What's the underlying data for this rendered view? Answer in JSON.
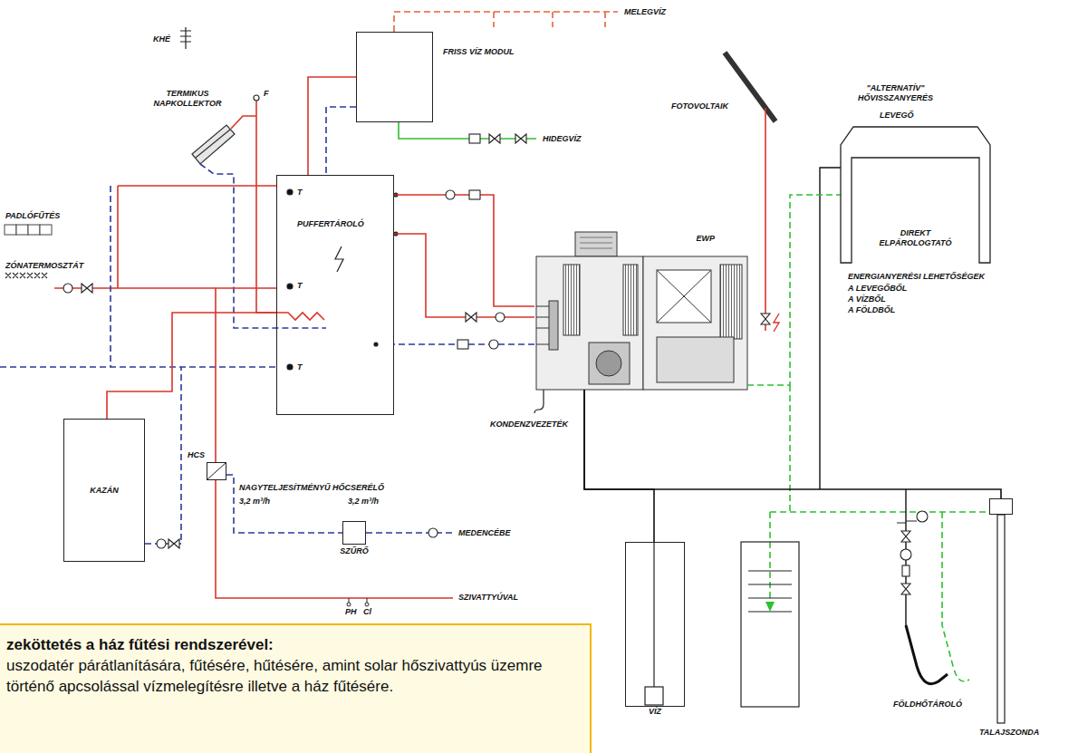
{
  "diagram": {
    "nodes": [
      {
        "text": [
          "FRISS VÍZ MODUL"
        ]
      },
      {
        "text": [
          "PUFFERTÁROLÓ"
        ]
      },
      {
        "text": [
          "EWP"
        ]
      },
      {
        "text": [
          "DIREKT ELPÁROLOGTATÓ"
        ]
      },
      {
        "text": [
          "KAZÁN"
        ]
      },
      {
        "text": [
          "HCS"
        ]
      },
      {
        "text": [
          "SZŰRŐ"
        ]
      },
      {
        "text": [
          "VÍZ"
        ]
      },
      {
        "text": [
          "TALAJSZONDA"
        ]
      },
      {
        "text": [
          "zeköttetés a ház fűtési rendszerével:",
          "uszodatér párátlanítására, fűtésére, hűtésére, amint solar hőszivattyús üzemre történő apcsolással vízmelegítésre illetve a ház fűtésére."
        ]
      }
    ],
    "edges": [
      {
        "from": 1,
        "to": 0,
        "arrow": "none"
      },
      {
        "from": 0,
        "to": 1,
        "arrow": "none"
      },
      {
        "from": 1,
        "to": 2,
        "arrow": "none"
      },
      {
        "from": 1,
        "to": 2,
        "arrow": "none"
      },
      {
        "from": 2,
        "to": 1,
        "arrow": "none"
      },
      {
        "from": 4,
        "to": 1,
        "arrow": "none"
      },
      {
        "from": 1,
        "to": 5,
        "arrow": "none"
      },
      {
        "from": 5,
        "to": 6,
        "arrow": "none"
      },
      {
        "from": 2,
        "to": 7,
        "arrow": "none"
      },
      {
        "from": 2,
        "to": 8,
        "arrow": "none"
      },
      {
        "from": 2,
        "to": 3,
        "arrow": "none"
      }
    ],
    "labels": [
      "KHÉ",
      "MELEGVÍZ",
      "HIDEGVÍZ",
      "FOTOVOLTAIK",
      "\"ALTERNATÍV\" HŐVISSZANYERÉS",
      "LEVEGŐ",
      "TERMIKUS NAPKOLLEKTOR",
      "F",
      "PADLÓFŰTÉS",
      "ZÓNATERMOSZTÁT",
      "T",
      "T",
      "T",
      "ENERGIANYERÉSI LEHETŐSÉGEK",
      "A LEVEGŐBŐL",
      "A VÍZBŐL",
      "A FÖLDBŐL",
      "KONDENZVEZETÉK",
      "NAGYTELJESÍTMÉNYŰ HŐCSERÉLŐ",
      "3,2 m³/h",
      "3,2 m³/h",
      "MEDENCÉBE",
      "SZIVATTYÚVAL",
      "PH",
      "Cl",
      "FÖLDHŐTÁROLÓ"
    ]
  }
}
